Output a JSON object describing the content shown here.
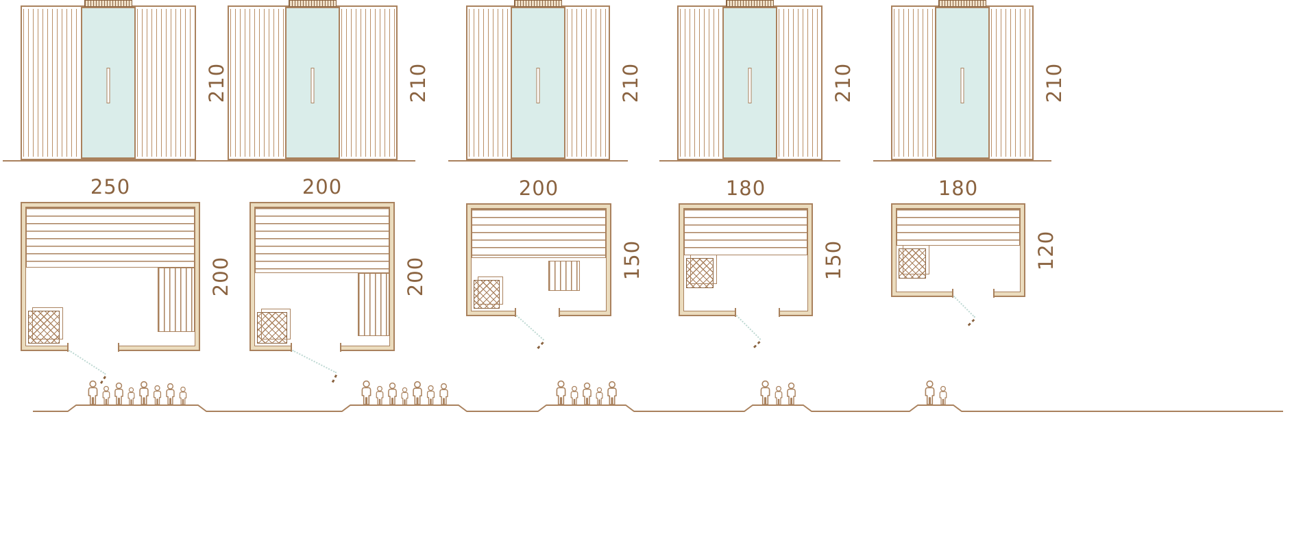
{
  "title": "Sauna cabin sizes diagram",
  "colors": {
    "line": "#a9815d",
    "text": "#8a6340",
    "glass": "#daedea",
    "wall_fill": "#ebdcbe",
    "door_swing": "#bdd8d2"
  },
  "models": [
    {
      "id": "model-250x200",
      "width": "250",
      "depth": "200",
      "height": "210",
      "capacity": 8
    },
    {
      "id": "model-200x200",
      "width": "200",
      "depth": "200",
      "height": "210",
      "capacity": 7
    },
    {
      "id": "model-200x150",
      "width": "200",
      "depth": "150",
      "height": "210",
      "capacity": 5
    },
    {
      "id": "model-180x150",
      "width": "180",
      "depth": "150",
      "height": "210",
      "capacity": 3
    },
    {
      "id": "model-180x120",
      "width": "180",
      "depth": "120",
      "height": "210",
      "capacity": 2
    }
  ]
}
